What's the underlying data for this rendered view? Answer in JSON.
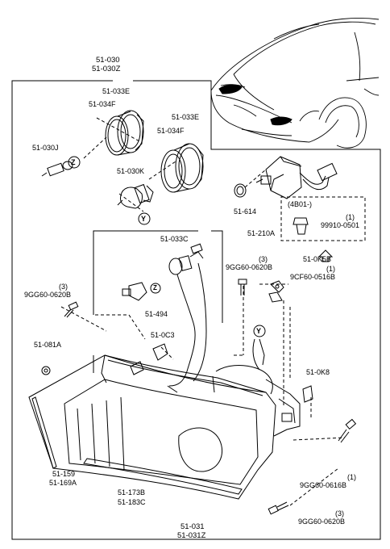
{
  "parts": {
    "assembly_top": [
      "51-030",
      "51-030Z"
    ],
    "ring_e1": "51-033E",
    "ring_f1": "51-034F",
    "ring_e2": "51-033E",
    "ring_f2": "51-034F",
    "bulb_small": "51-030J",
    "bulb_main": "51-030K",
    "actuator_seal": "51-614",
    "actuator": "51-210A",
    "date_note": "(4B01-)",
    "clip_qty": "(1)",
    "clip_pn": "99910-0501",
    "bracket_group": "51-0K5B",
    "nut_qty": "(1)",
    "nut_pn": "9CF60-0516B",
    "socket_harness": "51-033C",
    "screw_left_qty": "(3)",
    "screw_left_pn": "9GG60-0620B",
    "screw_mid_qty": "(3)",
    "screw_mid_pn": "9GG60-0620B",
    "socket_small": "51-494",
    "connector": "51-0C3",
    "grommet": "51-081A",
    "bracket_right": "51-0K8",
    "seal_left": [
      "51-159",
      "51-169A"
    ],
    "seal_bottom": [
      "51-173B",
      "51-183C"
    ],
    "bolt_right_qty": "(1)",
    "bolt_right_pn": "9GG60-0616B",
    "bolt_bottom_qty": "(3)",
    "bolt_bottom_pn": "9GG60-0620B",
    "assembly_bottom": [
      "51-031",
      "51-031Z"
    ]
  },
  "markers": {
    "z": "Z",
    "y": "Y"
  }
}
